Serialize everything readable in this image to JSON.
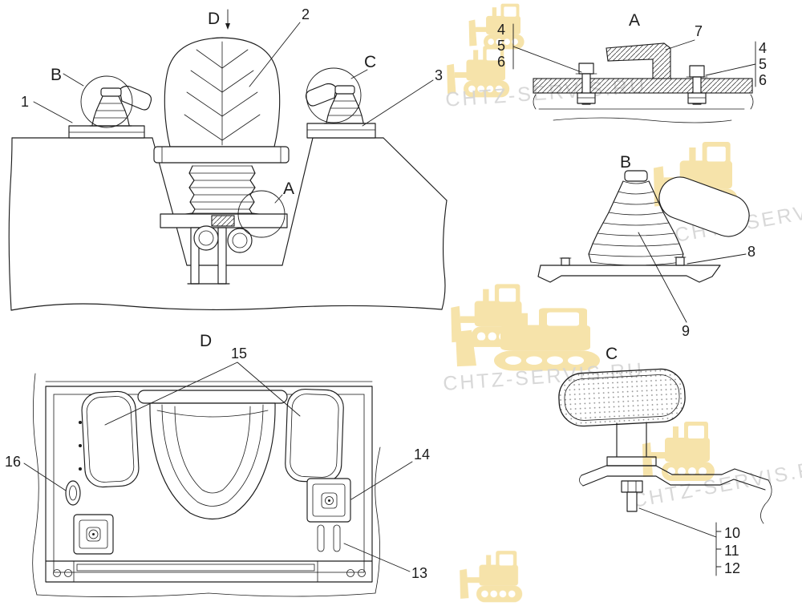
{
  "diagram": {
    "background": "#ffffff",
    "line_color": "#1c1c1c"
  },
  "watermark": {
    "brand": "CHTZ-SERVIS.RU",
    "icon": "bulldozer-icon",
    "icon_color": "#EDC654",
    "text_color": "#d4d4d4"
  },
  "main_view": {
    "view_arrow_label": "D",
    "callouts": {
      "c1": "1",
      "c2": "2",
      "c3": "3"
    },
    "detail_markers": {
      "a": "A",
      "b": "B",
      "c": "C"
    }
  },
  "detail_a": {
    "title": "A",
    "left_stack": [
      "4",
      "5",
      "6"
    ],
    "callout_7": "7",
    "right_stack": [
      "4",
      "5",
      "6"
    ]
  },
  "detail_b": {
    "title": "B",
    "callout_8": "8",
    "callout_9": "9"
  },
  "detail_c": {
    "title": "C",
    "stack": [
      "10",
      "11",
      "12"
    ]
  },
  "view_d": {
    "title": "D",
    "callout_13": "13",
    "callout_14": "14",
    "callout_15": "15",
    "callout_16": "16"
  }
}
